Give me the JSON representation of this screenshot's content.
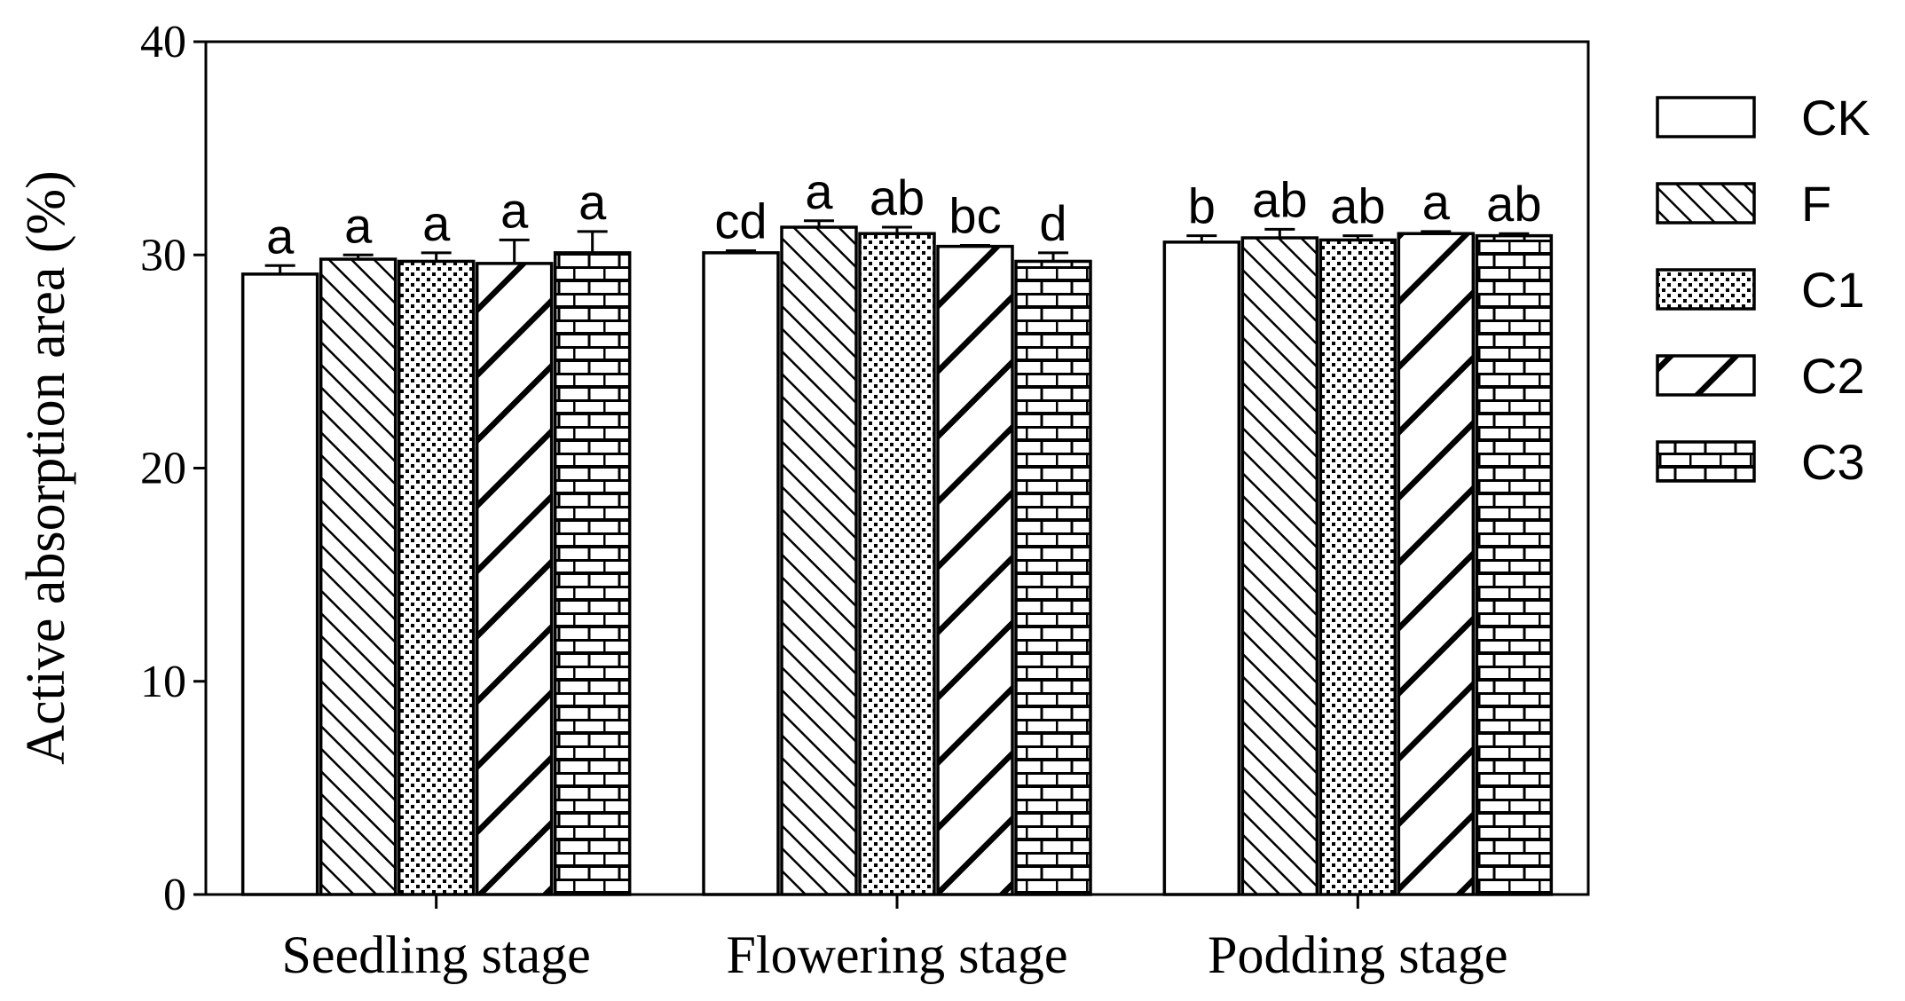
{
  "chart_data": {
    "type": "bar",
    "title": "",
    "xlabel": "",
    "ylabel": "Active absorption area (%)",
    "ylim": [
      0,
      40
    ],
    "yticks": [
      0,
      10,
      20,
      30,
      40
    ],
    "grid": false,
    "legend_position": "right",
    "categories": [
      "Seedling stage",
      "Flowering stage",
      "Podding stage"
    ],
    "series": [
      {
        "name": "CK",
        "pattern": "none",
        "values": [
          29.1,
          30.1,
          30.6
        ],
        "errors": [
          0.4,
          0.1,
          0.3
        ],
        "labels": [
          "a",
          "cd",
          "b"
        ]
      },
      {
        "name": "F",
        "pattern": "diagonal-thin",
        "values": [
          29.8,
          31.3,
          30.8
        ],
        "errors": [
          0.2,
          0.3,
          0.4
        ],
        "labels": [
          "a",
          "a",
          "ab"
        ]
      },
      {
        "name": "C1",
        "pattern": "dots",
        "values": [
          29.7,
          31.0,
          30.7
        ],
        "errors": [
          0.4,
          0.3,
          0.2
        ],
        "labels": [
          "a",
          "ab",
          "ab"
        ]
      },
      {
        "name": "C2",
        "pattern": "diagonal-thick",
        "values": [
          29.6,
          30.4,
          31.0
        ],
        "errors": [
          1.1,
          0.05,
          0.1
        ],
        "labels": [
          "a",
          "bc",
          "a"
        ]
      },
      {
        "name": "C3",
        "pattern": "brick",
        "values": [
          30.1,
          29.7,
          30.9
        ],
        "errors": [
          1.0,
          0.4,
          0.1
        ],
        "labels": [
          "a",
          "d",
          "ab"
        ]
      }
    ]
  }
}
